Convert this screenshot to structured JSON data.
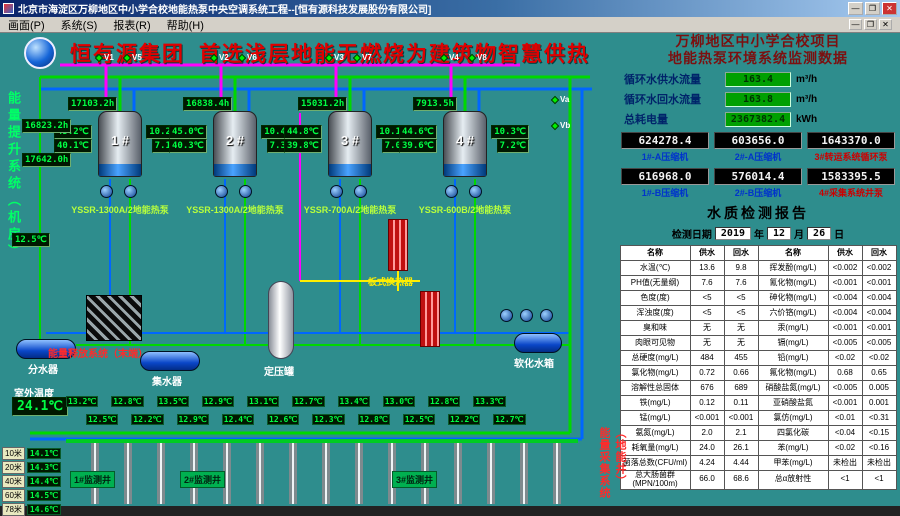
{
  "window": {
    "title": "北京市海淀区万柳地区中小学合校地能热泵中央空调系统工程--[恒有源科技发展股份有限公司]",
    "menu": [
      "画面(P)",
      "系统(S)",
      "报表(R)",
      "帮助(H)"
    ],
    "controls": {
      "minimize": "—",
      "maximize": "❐",
      "close": "✕"
    }
  },
  "banner": {
    "company": "恒有源集团",
    "slogan": "首选浅层地能无燃烧为建筑物智慧供热"
  },
  "panel": {
    "title1": "万柳地区中小学合校项目",
    "title2": "地能热泵环境系统监测数据",
    "flows": [
      {
        "label": "循环水供水流量",
        "value": "163.4",
        "unit": "m³/h"
      },
      {
        "label": "循环水回水流量",
        "value": "163.8",
        "unit": "m³/h"
      },
      {
        "label": "总耗电量",
        "value": "2367382.4",
        "unit": "kWh"
      }
    ],
    "meters": [
      {
        "value": "624278.4",
        "label": "1#-A压缩机"
      },
      {
        "value": "603656.0",
        "label": "2#-A压缩机"
      },
      {
        "value": "1643370.0",
        "label": "3#转运系统循环泵"
      },
      {
        "value": "616968.0",
        "label": "1#-B压缩机"
      },
      {
        "value": "576014.4",
        "label": "2#-B压缩机"
      },
      {
        "value": "1583395.5",
        "label": "4#采集系统井泵"
      }
    ],
    "report": {
      "title": "水质检测报告",
      "date_label": "检测日期",
      "date": {
        "year": "2019",
        "year_suffix": "年",
        "month": "12",
        "month_suffix": "月",
        "day": "26",
        "day_suffix": "日"
      },
      "headers": [
        "名称",
        "供水",
        "回水",
        "名称",
        "供水",
        "回水"
      ],
      "rows": [
        [
          "水温(℃)",
          "13.6",
          "9.8",
          "挥发酚(mg/L)",
          "<0.002",
          "<0.002"
        ],
        [
          "PH值(无量纲)",
          "7.6",
          "7.6",
          "氰化物(mg/L)",
          "<0.001",
          "<0.001"
        ],
        [
          "色度(度)",
          "<5",
          "<5",
          "砷化物(mg/L)",
          "<0.004",
          "<0.004"
        ],
        [
          "浑浊度(度)",
          "<5",
          "<5",
          "六价铬(mg/L)",
          "<0.004",
          "<0.004"
        ],
        [
          "臭和味",
          "无",
          "无",
          "汞(mg/L)",
          "<0.001",
          "<0.001"
        ],
        [
          "肉眼可见物",
          "无",
          "无",
          "镉(mg/L)",
          "<0.005",
          "<0.005"
        ],
        [
          "总硬度(mg/L)",
          "484",
          "455",
          "铅(mg/L)",
          "<0.02",
          "<0.02"
        ],
        [
          "氯化物(mg/L)",
          "0.72",
          "0.66",
          "氟化物(mg/L)",
          "0.68",
          "0.65"
        ],
        [
          "溶解性总固体",
          "676",
          "689",
          "硝酸盐氮(mg/L)",
          "<0.005",
          "0.005"
        ],
        [
          "铁(mg/L)",
          "0.12",
          "0.11",
          "亚硝酸盐氮",
          "<0.001",
          "0.001"
        ],
        [
          "锰(mg/L)",
          "<0.001",
          "<0.001",
          "氯仿(mg/L)",
          "<0.01",
          "<0.31"
        ],
        [
          "氨氮(mg/L)",
          "2.0",
          "2.1",
          "四氯化碳",
          "<0.04",
          "<0.15"
        ],
        [
          "耗氧量(mg/L)",
          "24.0",
          "26.1",
          "苯(mg/L)",
          "<0.02",
          "<0.16"
        ],
        [
          "菌落总数(CFU/ml)",
          "4.24",
          "4.44",
          "甲苯(mg/L)",
          "未检出",
          "未检出"
        ],
        [
          "总大肠菌群(MPN/100m)",
          "66.0",
          "68.6",
          "总α放射性",
          "<1",
          "<1"
        ]
      ]
    }
  },
  "diagram": {
    "left_system": "能量提升系统（机房）",
    "right_system": "能量采集系统（地能井）",
    "release_system": "能量释放系统（末端）",
    "left_hours": [
      "16823.2h",
      "17642.0h"
    ],
    "left_temp": "12.5℃",
    "outdoor": {
      "label": "室外温度",
      "value": "24.1℃"
    },
    "valves": [
      "V1",
      "V5",
      "V2",
      "V6",
      "V3",
      "V7",
      "V4",
      "V8",
      "Va",
      "Vb"
    ],
    "units": [
      {
        "name": "1 #",
        "model": "YSSR-1300A/2地能热泵",
        "hours": "17103.2h",
        "t_out": "45.2℃",
        "t_in": "40.1℃",
        "s_in": "10.2℃",
        "s_out": "7.1℃"
      },
      {
        "name": "2 #",
        "model": "YSSR-1300A/2地能热泵",
        "hours": "16838.4h",
        "t_out": "45.0℃",
        "t_in": "40.3℃",
        "s_in": "10.4℃",
        "s_out": "7.3℃"
      },
      {
        "name": "3 #",
        "model": "YSSR-700A/2地能热泵",
        "hours": "15031.2h",
        "t_out": "44.8℃",
        "t_in": "39.8℃",
        "s_in": "10.1℃",
        "s_out": "7.0℃"
      },
      {
        "name": "4 #",
        "model": "YSSR-600B/2地能热泵",
        "hours": "7913.5h",
        "t_out": "44.6℃",
        "t_in": "39.6℃",
        "s_in": "10.3℃",
        "s_out": "7.2℃"
      }
    ],
    "equipment": {
      "separator": "分水器",
      "collector": "集水器",
      "pressure_tank": "定压罐",
      "soft_tank": "软化水箱",
      "exchanger": "板式换热器"
    },
    "monitor_wells": [
      "1#监测井",
      "2#监测井",
      "3#监测井"
    ],
    "well_temps_supply": [
      "13.2℃",
      "12.8℃",
      "13.5℃",
      "12.9℃",
      "13.1℃",
      "12.7℃",
      "13.4℃",
      "13.0℃",
      "12.8℃",
      "13.3℃"
    ],
    "well_temps_return": [
      "12.5℃",
      "12.2℃",
      "12.9℃",
      "12.4℃",
      "12.6℃",
      "12.3℃",
      "12.8℃",
      "12.5℃",
      "12.2℃",
      "12.7℃"
    ],
    "depth_scale": [
      {
        "depth": "10米",
        "temp": "14.1℃"
      },
      {
        "depth": "20米",
        "temp": "14.3℃"
      },
      {
        "depth": "40米",
        "temp": "14.4℃"
      },
      {
        "depth": "60米",
        "temp": "14.5℃"
      },
      {
        "depth": "78米",
        "temp": "14.6℃"
      }
    ]
  }
}
